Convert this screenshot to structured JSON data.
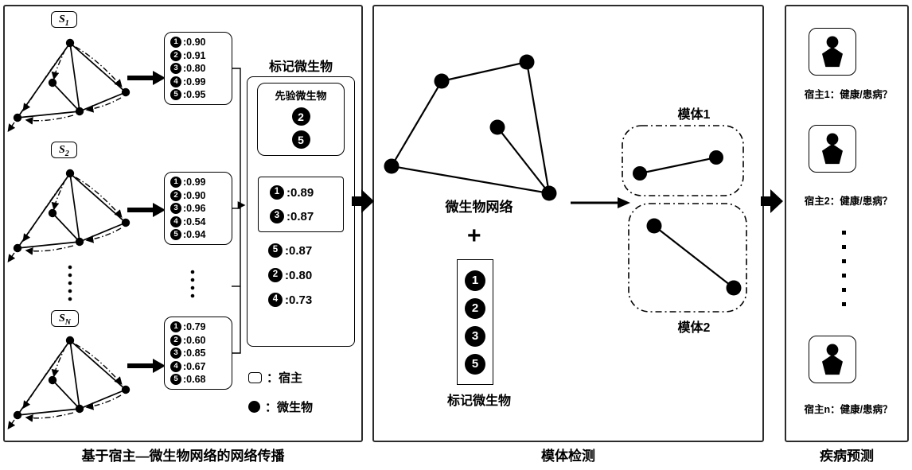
{
  "panels": {
    "left": {
      "caption": "基于宿主—微生物网络的网络传播",
      "hosts": [
        {
          "letter": "S",
          "sub": "1"
        },
        {
          "letter": "S",
          "sub": "2"
        },
        {
          "letter": "S",
          "sub": "N"
        }
      ],
      "score_lists": [
        {
          "rows": [
            {
              "id": "1",
              "score": ":0.90"
            },
            {
              "id": "2",
              "score": ":0.91"
            },
            {
              "id": "3",
              "score": ":0.80"
            },
            {
              "id": "4",
              "score": ":0.99"
            },
            {
              "id": "5",
              "score": ":0.95"
            }
          ]
        },
        {
          "rows": [
            {
              "id": "1",
              "score": ":0.99"
            },
            {
              "id": "2",
              "score": ":0.90"
            },
            {
              "id": "3",
              "score": ":0.96"
            },
            {
              "id": "4",
              "score": ":0.54"
            },
            {
              "id": "5",
              "score": ":0.94"
            }
          ]
        },
        {
          "rows": [
            {
              "id": "1",
              "score": ":0.79"
            },
            {
              "id": "2",
              "score": ":0.60"
            },
            {
              "id": "3",
              "score": ":0.85"
            },
            {
              "id": "4",
              "score": ":0.67"
            },
            {
              "id": "5",
              "score": ":0.68"
            }
          ]
        }
      ],
      "marked": {
        "title": "标记微生物",
        "prior": {
          "title": "先验微生物",
          "ids": [
            "2",
            "5"
          ]
        },
        "top_rows": [
          {
            "id": "1",
            "score": ":0.89"
          },
          {
            "id": "3",
            "score": ":0.87"
          }
        ],
        "other_rows": [
          {
            "id": "5",
            "score": ":0.87"
          },
          {
            "id": "2",
            "score": ":0.80"
          },
          {
            "id": "4",
            "score": ":0.73"
          }
        ]
      },
      "legend": [
        {
          "label": "：宿主"
        },
        {
          "label": "：微生物"
        }
      ]
    },
    "middle": {
      "caption": "模体检测",
      "network_label": "微生物网络",
      "plus": "+",
      "marked_column": {
        "ids": [
          "1",
          "2",
          "3",
          "5"
        ],
        "label": "标记微生物"
      },
      "motifs": [
        {
          "label": "模体1"
        },
        {
          "label": "模体2"
        }
      ]
    },
    "right": {
      "caption": "疾病预测",
      "hosts": [
        {
          "label": "宿主1：健康/患病？"
        },
        {
          "label": "宿主2：健康/患病？"
        },
        {
          "label": "宿主n：健康/患病？"
        }
      ]
    }
  }
}
